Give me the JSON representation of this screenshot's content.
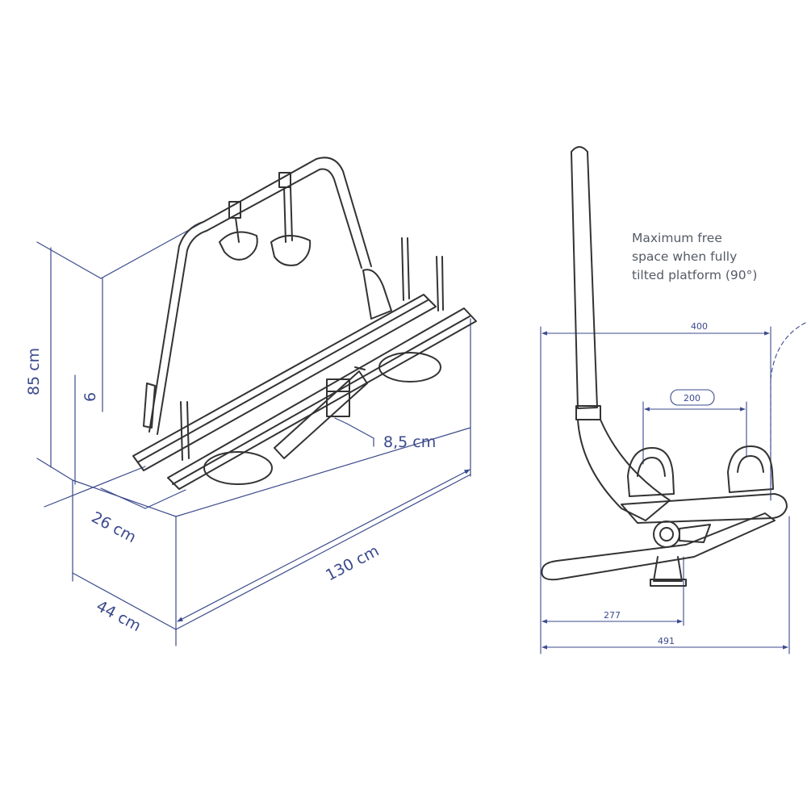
{
  "left_view": {
    "dimensions": {
      "height": "85 cm",
      "offset": "6",
      "depth_small": "8,5 cm",
      "rail_width": "26 cm",
      "length": "130 cm",
      "depth": "44 cm"
    }
  },
  "right_view": {
    "note_lines": [
      "Maximum free",
      "space when fully",
      "tilted platform (90°)"
    ],
    "dimensions": {
      "tilted_width": "400",
      "wheel_spacing": "200",
      "mount_offset": "277",
      "overall_width": "491"
    }
  },
  "colors": {
    "dimension_lines": "#3b4a8c",
    "drawing_lines": "#333333",
    "note_text": "#555a66"
  }
}
